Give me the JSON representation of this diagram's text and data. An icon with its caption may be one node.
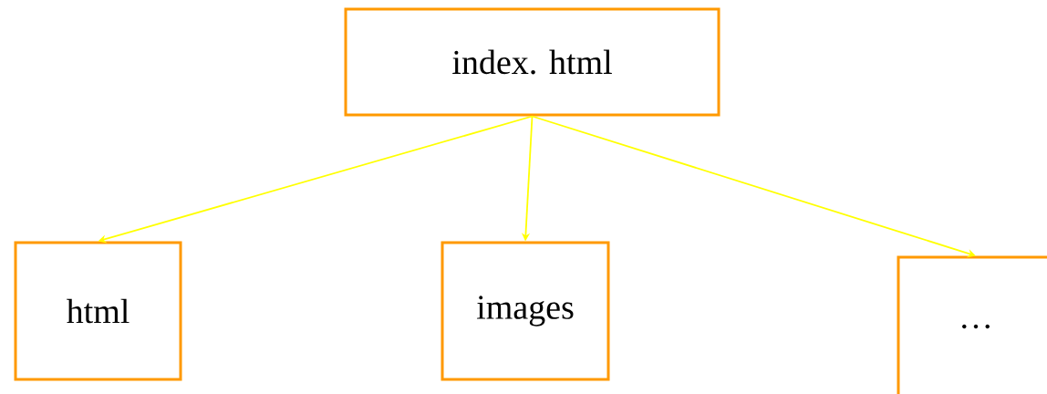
{
  "diagram": {
    "nodes": [
      {
        "text": [
          "index. html"
        ]
      },
      {
        "text": [
          "html"
        ]
      },
      {
        "text": [
          "images"
        ]
      },
      {
        "text": [
          "…"
        ]
      }
    ],
    "edges": [
      {
        "from": 0,
        "to": 1,
        "arrow": "to"
      },
      {
        "from": 0,
        "to": 2,
        "arrow": "to"
      },
      {
        "from": 0,
        "to": 3,
        "arrow": "to"
      }
    ]
  }
}
